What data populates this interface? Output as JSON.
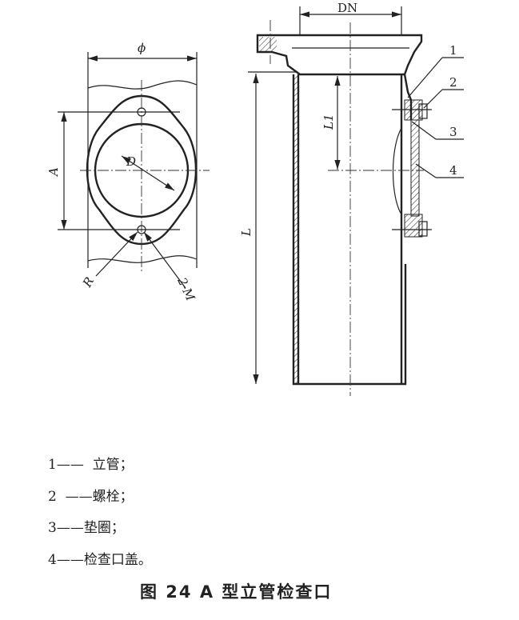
{
  "figure": {
    "caption": "图 24   A 型立管检查口",
    "dimensions": {
      "phi": "ϕ",
      "A": "A",
      "D": "D",
      "R": "R",
      "M": "2-M",
      "DN": "DN",
      "L": "L",
      "L1": "L1"
    },
    "callouts": [
      "1",
      "2",
      "3",
      "4"
    ],
    "legend": [
      {
        "num": "1",
        "text": "——  立管；"
      },
      {
        "num": "2",
        "text": "  ——螺栓；"
      },
      {
        "num": "3",
        "text": "——垫圈；"
      },
      {
        "num": "4",
        "text": "——检查口盖。"
      }
    ]
  }
}
